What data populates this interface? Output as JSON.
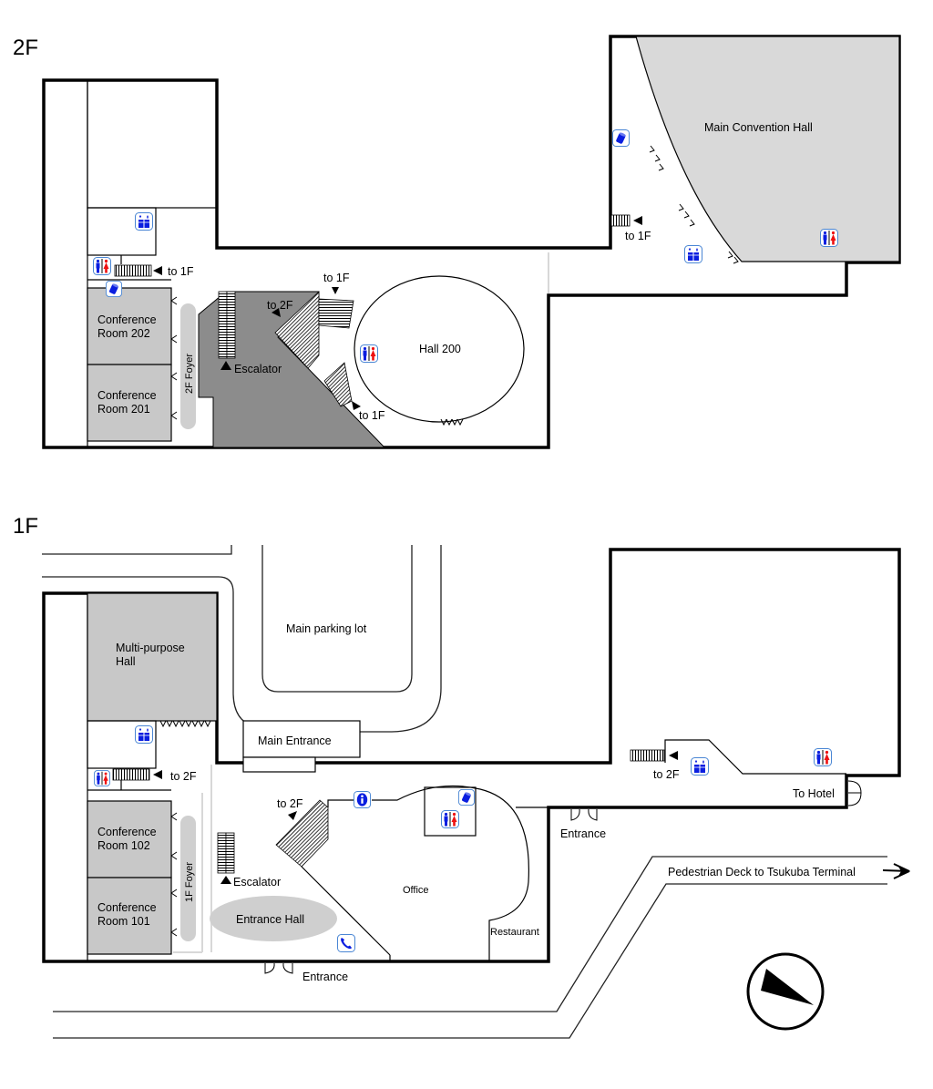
{
  "floors": {
    "second": {
      "label": "2F",
      "rooms": {
        "main_convention_hall": "Main Convention Hall",
        "conference_room_202_line1": "Conference",
        "conference_room_202_line2": "Room 202",
        "conference_room_201_line1": "Conference",
        "conference_room_201_line2": "Room 201",
        "hall_200": "Hall 200",
        "foyer": "2F Foyer"
      },
      "annotations": {
        "stairs_left_to_1f": "to 1F",
        "stairs_hall_top_to_1f": "to 1F",
        "stairs_hall_bottom_to_1f": "to 1F",
        "stairs_main_hall_to_1f": "to 1F",
        "escalator_to_2f": "to 2F",
        "escalator": "Escalator"
      }
    },
    "first": {
      "label": "1F",
      "rooms": {
        "multipurpose_hall_line1": "Multi-purpose",
        "multipurpose_hall_line2": "Hall",
        "main_parking_lot": "Main parking lot",
        "main_entrance": "Main Entrance",
        "conference_room_102_line1": "Conference",
        "conference_room_102_line2": "Room 102",
        "conference_room_101_line1": "Conference",
        "conference_room_101_line2": "Room 101",
        "foyer": "1F Foyer",
        "entrance_hall": "Entrance Hall",
        "office": "Office",
        "restaurant": "Restaurant"
      },
      "annotations": {
        "stairs_left_to_2f": "to 2F",
        "escalator_to_2f": "to 2F",
        "escalator": "Escalator",
        "stairs_right_to_2f": "to 2F",
        "to_hotel": "To Hotel",
        "entrance_bottom": "Entrance",
        "entrance_right": "Entrance",
        "pedestrian_deck": "Pedestrian Deck to Tsukuba Terminal"
      }
    }
  },
  "icons": {
    "restroom": "restroom-icon",
    "elevator": "elevator-icon",
    "trash": "trash-can-icon",
    "info": "information-icon",
    "phone": "telephone-icon",
    "compass": "north-arrow-compass-icon"
  },
  "colors": {
    "icon_blue": "#0a1ee0",
    "icon_red": "#ee1111",
    "icon_border": "#4a86d4",
    "room_grey": "#c8c8c8",
    "escalator_area": "#8c8c8c",
    "convention_hall": "#d9d9d9"
  }
}
